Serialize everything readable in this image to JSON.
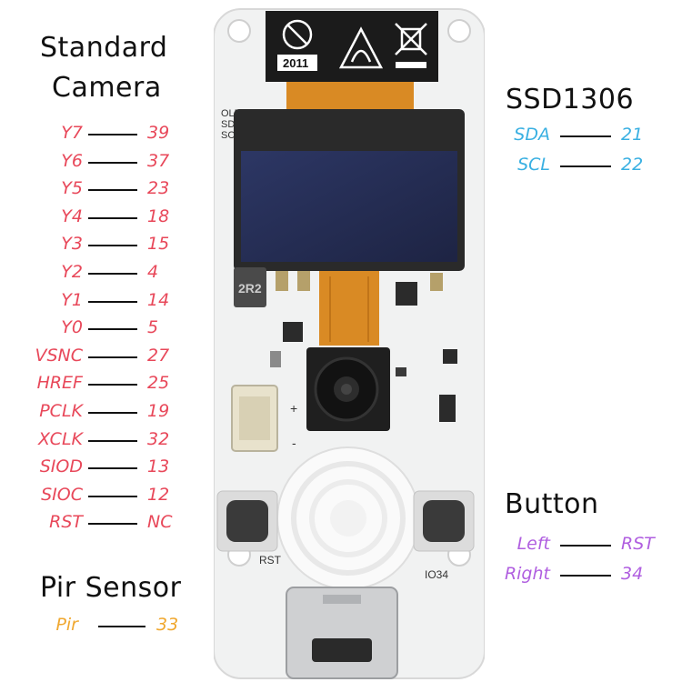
{
  "headings": {
    "camera": [
      "Standard",
      "Camera"
    ],
    "oled": "SSD1306",
    "button": "Button",
    "pir": "Pir Sensor"
  },
  "camera_pins": [
    {
      "name": "Y7",
      "gpio": "39"
    },
    {
      "name": "Y6",
      "gpio": "37"
    },
    {
      "name": "Y5",
      "gpio": "23"
    },
    {
      "name": "Y4",
      "gpio": "18"
    },
    {
      "name": "Y3",
      "gpio": "15"
    },
    {
      "name": "Y2",
      "gpio": "4"
    },
    {
      "name": "Y1",
      "gpio": "14"
    },
    {
      "name": "Y0",
      "gpio": "5"
    },
    {
      "name": "VSNC",
      "gpio": "27"
    },
    {
      "name": "HREF",
      "gpio": "25"
    },
    {
      "name": "PCLK",
      "gpio": "19"
    },
    {
      "name": "XCLK",
      "gpio": "32"
    },
    {
      "name": "SIOD",
      "gpio": "13"
    },
    {
      "name": "SIOC",
      "gpio": "12"
    },
    {
      "name": "RST",
      "gpio": "NC"
    }
  ],
  "oled_pins": [
    {
      "name": "SDA",
      "gpio": "21"
    },
    {
      "name": "SCL",
      "gpio": "22"
    }
  ],
  "button_pins": [
    {
      "name": "Left",
      "gpio": "RST"
    },
    {
      "name": "Right",
      "gpio": "34"
    }
  ],
  "pir_pins": [
    {
      "name": "Pir",
      "gpio": "33"
    }
  ],
  "board": {
    "year_label": "2011",
    "oled_silk": [
      "OLED",
      "SD",
      "SC"
    ],
    "inductor_label": "2R2",
    "rst_label": "RST",
    "io_label": "IO34",
    "plus_label": "+",
    "minus_label": "-"
  },
  "colors": {
    "camera": "#e8485a",
    "oled": "#3ab0e2",
    "button": "#b05fe0",
    "pir": "#f0a830"
  }
}
